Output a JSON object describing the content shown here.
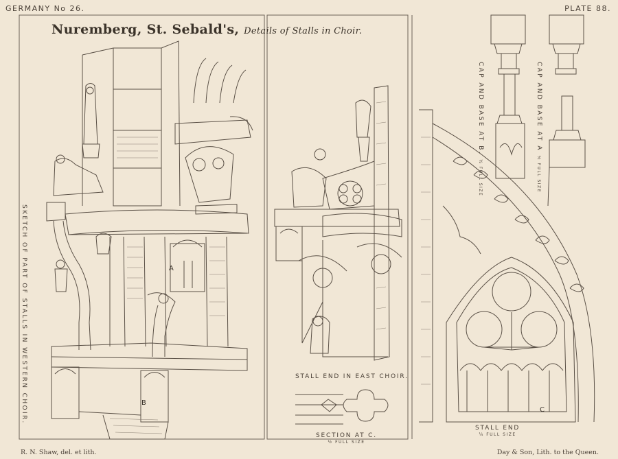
{
  "header": {
    "series": "GERMANY  No 26.",
    "plate": "PLATE 88."
  },
  "title": {
    "main": "Nuremberg, St. Sebald's,",
    "sub": "Details of Stalls in Choir."
  },
  "captions": {
    "left_vertical": "SKETCH OF PART OF STALLS IN WESTERN CHOIR.",
    "stall_end_east": "STALL END IN EAST CHOIR.",
    "section": "SECTION AT C.",
    "section_scale": "½ FULL SIZE",
    "stall_end": "STALL END",
    "stall_end_scale": "¼ FULL SIZE",
    "cap_base_b": "CAP AND BASE AT B.",
    "cap_base_b_scale": "½ FULL SIZE",
    "cap_base_a": "CAP AND BASE AT A",
    "cap_base_a_scale": "½ FULL SIZE"
  },
  "marks": {
    "a": "A",
    "b": "B",
    "c": "C"
  },
  "footer": {
    "left": "R. N. Shaw, del. et lith.",
    "right": "Day & Son, Lith. to the Queen."
  },
  "colors": {
    "paper": "#f1e7d6",
    "ink": "#3a332b"
  }
}
